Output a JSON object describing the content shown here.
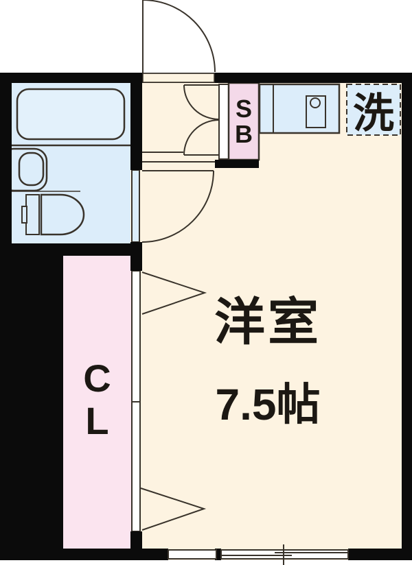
{
  "floor_plan": {
    "labels": {
      "room_name": "洋室",
      "room_area": "7.5帖",
      "closet": {
        "line1": "C",
        "line2": "L"
      },
      "shoe_box": {
        "line1": "S",
        "line2": "B"
      },
      "laundry": "洗"
    },
    "colors": {
      "wall_black": "#0b0b0b",
      "floor_beige": "#fdf3e1",
      "wet_area_blue": "#dcedfa",
      "bathtub_blue": "#e3f1fb",
      "closet_pink": "#fbe4ef",
      "shoe_box_pink": "#f4d9e9",
      "outline_dark": "#39332b",
      "text_dark": "#1c1813"
    }
  }
}
